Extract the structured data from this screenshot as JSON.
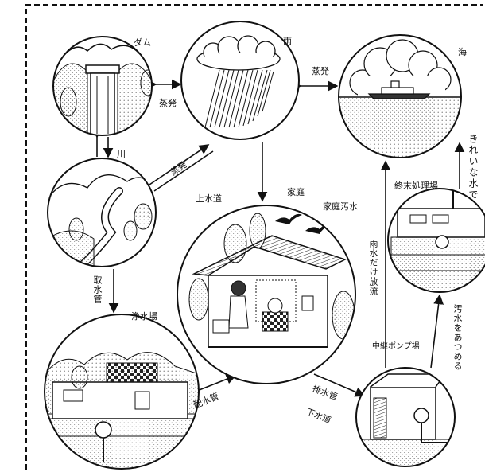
{
  "colors": {
    "ink": "#111111",
    "paper": "#ffffff",
    "shade": "#bdbdbd"
  },
  "nodes": {
    "dam": "ダム",
    "rain": "雨",
    "sea": "海",
    "river": "川",
    "home": "家庭",
    "water_supply": "上水道",
    "wastewater": "家庭汚水",
    "purification_plant": "浄水場",
    "treatment_plant": "終末処理場",
    "relay_pump": "中継ポンプ場"
  },
  "edges": {
    "evaporation_dam": "蒸発",
    "evaporation_river": "蒸発",
    "evaporation_sea": "蒸発",
    "intake_pipe": "取水管",
    "distribution_pipe": "配水管",
    "drain_pipe": "排水管",
    "sewer": "下水道",
    "rainwater_discharge": "雨水だけ放流",
    "collect_sewage": "汚水をあつめる",
    "clean_water": "きれいな水で"
  },
  "icons": [
    "cloud-icon",
    "rain-icon",
    "ship-icon",
    "bird-icon",
    "tree-icon",
    "house-icon",
    "pump-icon"
  ]
}
